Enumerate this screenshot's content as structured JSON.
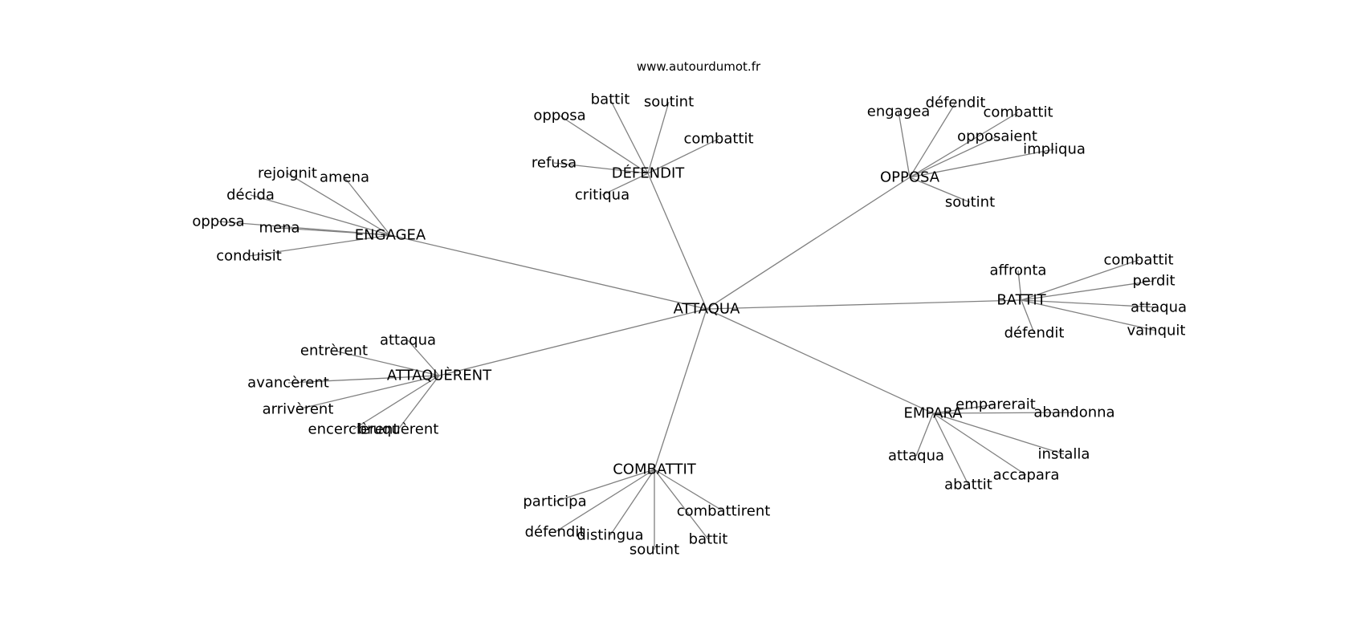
{
  "watermark": "www.autourdumot.fr",
  "graph": {
    "center": "ATTAQUA",
    "clusters": [
      {
        "hub": "DÉFENDIT",
        "leaves": [
          "battit",
          "soutint",
          "opposa",
          "combattit",
          "refusa",
          "critiqua"
        ]
      },
      {
        "hub": "OPPOSA",
        "leaves": [
          "engagea",
          "défendit",
          "combattit",
          "opposaient",
          "impliqua",
          "soutint"
        ]
      },
      {
        "hub": "ENGAGEA",
        "leaves": [
          "rejoignit",
          "amena",
          "décida",
          "opposa",
          "mena",
          "conduisit"
        ]
      },
      {
        "hub": "BATTIT",
        "leaves": [
          "affronta",
          "combattit",
          "perdit",
          "attaqua",
          "vainquit",
          "défendit"
        ]
      },
      {
        "hub": "ATTAQUÈRENT",
        "leaves": [
          "attaqua",
          "entrèrent",
          "avancèrent",
          "arrivèrent",
          "encerclèrent",
          "bruquèrent"
        ]
      },
      {
        "hub": "EMPARA",
        "leaves": [
          "emparerait",
          "abandonna",
          "attaqua",
          "installa",
          "accapara",
          "abattit"
        ]
      },
      {
        "hub": "COMBATTIT",
        "leaves": [
          "participa",
          "combattirent",
          "défendit",
          "distingua",
          "soutint",
          "battit"
        ]
      }
    ]
  }
}
